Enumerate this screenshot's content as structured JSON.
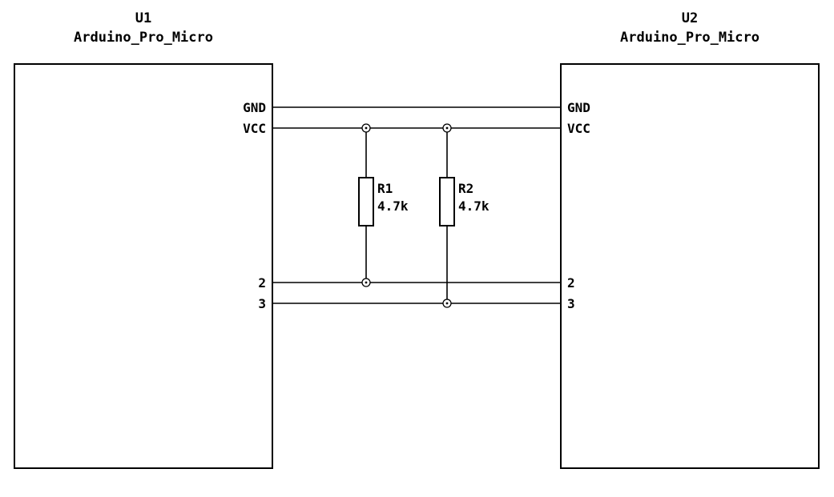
{
  "diagram": {
    "type": "schematic",
    "colors": {
      "stroke": "#000000",
      "background": "#ffffff"
    },
    "u1": {
      "ref": "U1",
      "value": "Arduino_Pro_Micro",
      "pins": {
        "gnd": "GND",
        "vcc": "VCC",
        "p2": "2",
        "p3": "3"
      }
    },
    "u2": {
      "ref": "U2",
      "value": "Arduino_Pro_Micro",
      "pins": {
        "gnd": "GND",
        "vcc": "VCC",
        "p2": "2",
        "p3": "3"
      }
    },
    "r1": {
      "ref": "R1",
      "value": "4.7k"
    },
    "r2": {
      "ref": "R2",
      "value": "4.7k"
    }
  }
}
